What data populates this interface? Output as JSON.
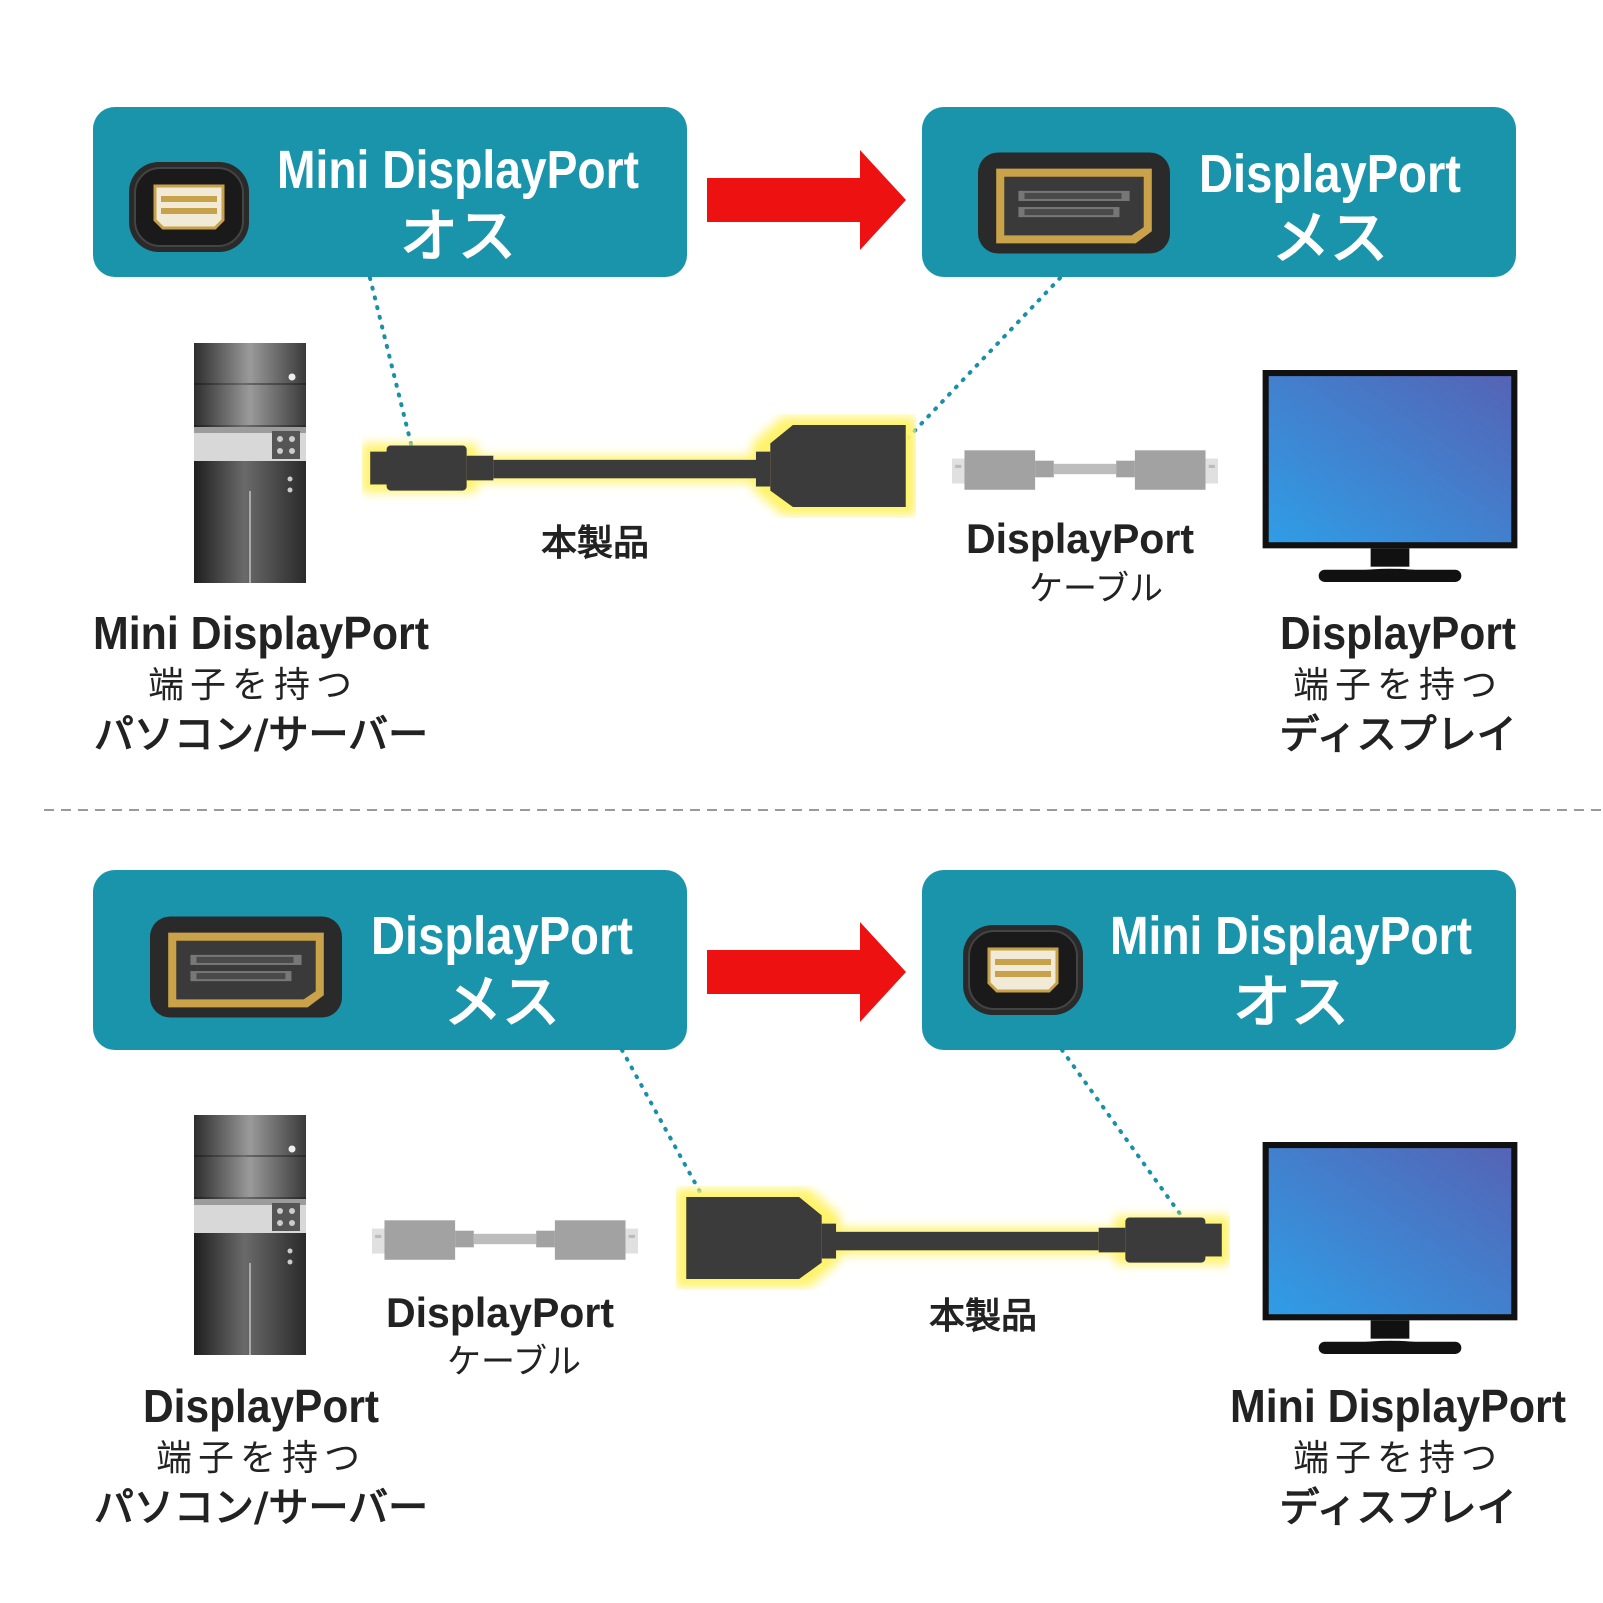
{
  "colors": {
    "teal": "#1a94ab",
    "arrow": "#ee1111",
    "dots": "#1a8fa6",
    "glow": "#fff36a",
    "cable": "#3b3b3b",
    "gray_cable": "#a2a2a2",
    "monitor_screen": "#3a8fd4"
  },
  "top": {
    "source_box": {
      "line1": "Mini DisplayPort",
      "line2": "オス",
      "icon": "mini-displayport-connector-icon"
    },
    "target_box": {
      "line1": "DisplayPort",
      "line2": "メス",
      "icon": "displayport-connector-icon"
    },
    "product_label": "本製品",
    "cable": {
      "line1": "DisplayPort",
      "line2": "ケーブル"
    },
    "computer": {
      "line1": "Mini DisplayPort",
      "line2": "端子を持つ",
      "line3": "パソコン/サーバー"
    },
    "display": {
      "line1": "DisplayPort",
      "line2": "端子を持つ",
      "line3": "ディスプレイ"
    }
  },
  "bottom": {
    "source_box": {
      "line1": "DisplayPort",
      "line2": "メス",
      "icon": "displayport-connector-icon"
    },
    "target_box": {
      "line1": "Mini DisplayPort",
      "line2": "オス",
      "icon": "mini-displayport-connector-icon"
    },
    "product_label": "本製品",
    "cable": {
      "line1": "DisplayPort",
      "line2": "ケーブル"
    },
    "computer": {
      "line1": "DisplayPort",
      "line2": "端子を持つ",
      "line3": "パソコン/サーバー"
    },
    "display": {
      "line1": "Mini DisplayPort",
      "line2": "端子を持つ",
      "line3": "ディスプレイ"
    }
  }
}
